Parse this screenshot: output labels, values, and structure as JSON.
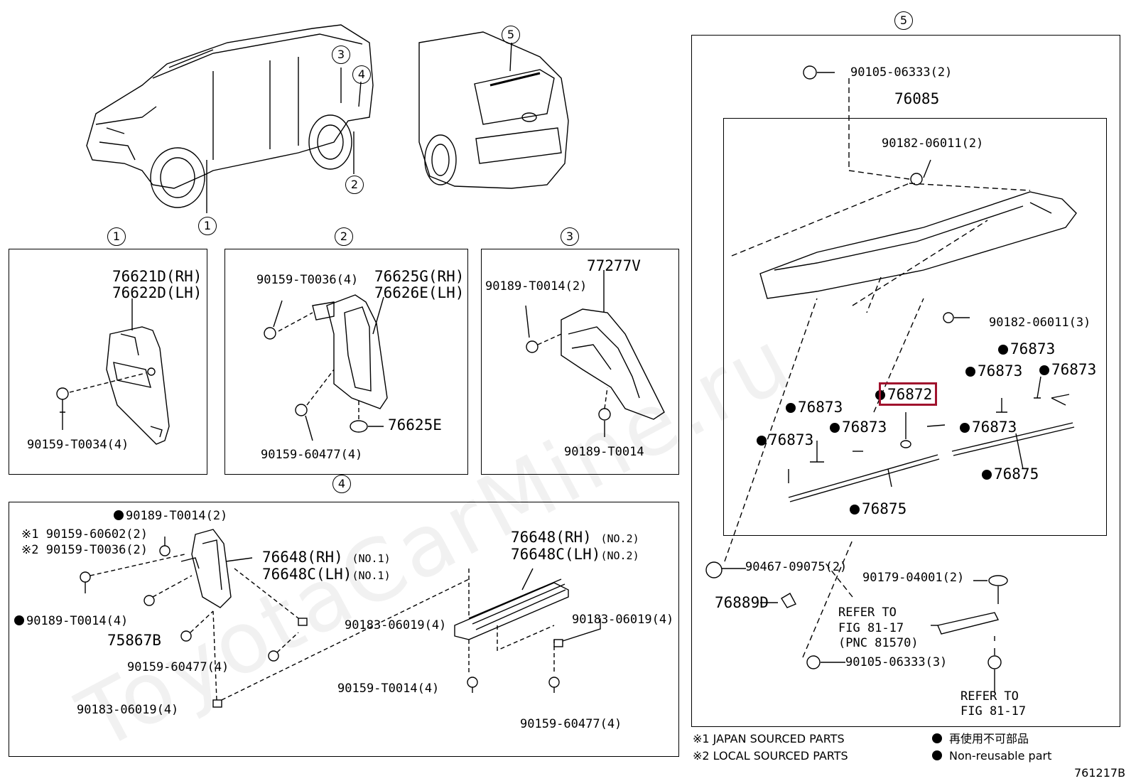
{
  "diagram_id": "761217B",
  "watermark": "ToyotaCarMine.ru",
  "callouts": {
    "c1": "1",
    "c2": "2",
    "c3": "3",
    "c4": "4",
    "c5": "5"
  },
  "panel1": {
    "part_rh": "76621D(RH)",
    "part_lh": "76622D(LH)",
    "screw": "90159-T0034(4)"
  },
  "panel2": {
    "part_rh": "76625G(RH)",
    "part_lh": "76626E(LH)",
    "screw_top": "90159-T0036(4)",
    "screw_bottom": "90159-60477(4)",
    "clip": "76625E"
  },
  "panel3": {
    "part": "77277V",
    "clip_top": "90189-T0014(2)",
    "clip_bottom": "90189-T0014"
  },
  "panel4": {
    "clip_top": "90189-T0014(2)",
    "screw_japan": "※1 90159-60602(2)",
    "screw_local": "※2 90159-T0036(2)",
    "clip_left": "90189-T0014(4)",
    "part_rh_no1": "76648(RH)",
    "part_lh_no1": "76648C(LH)",
    "no1": "(NO.1)",
    "part_rh_no2": "76648(RH)",
    "part_lh_no2": "76648C(LH)",
    "no2": "(NO.2)",
    "part_75867b": "75867B",
    "nut_mid": "90183-06019(4)",
    "nut_right": "90183-06019(4)",
    "screw_mid": "90159-60477(4)",
    "nut_bottom": "90183-06019(4)",
    "screw_t0014": "90159-T0014(4)",
    "screw_right_bottom": "90159-60477(4)"
  },
  "panel5": {
    "bolt_top": "90105-06333(2)",
    "spoiler": "76085",
    "nut_top": "90182-06011(2)",
    "nut_right": "90182-06011(3)",
    "p76873": "76873",
    "p76872": "76872",
    "p76875": "76875",
    "clip_left": "90467-09075(2)",
    "p76889d": "76889D",
    "grommet": "90179-04001(2)",
    "refer1_line1": "REFER TO",
    "refer1_line2": "FIG 81-17",
    "refer1_line3": "(PNC 81570)",
    "bolt_bottom": "90105-06333(3)",
    "refer2_line1": "REFER TO",
    "refer2_line2": "FIG 81-17"
  },
  "legend": {
    "japan": "※1  JAPAN SOURCED PARTS",
    "local": "※2  LOCAL SOURCED PARTS",
    "nonreuse_jp": "再使用不可部品",
    "nonreuse_en": "Non-reusable part"
  },
  "colors": {
    "highlight": "#a0122d",
    "line": "#000000"
  }
}
